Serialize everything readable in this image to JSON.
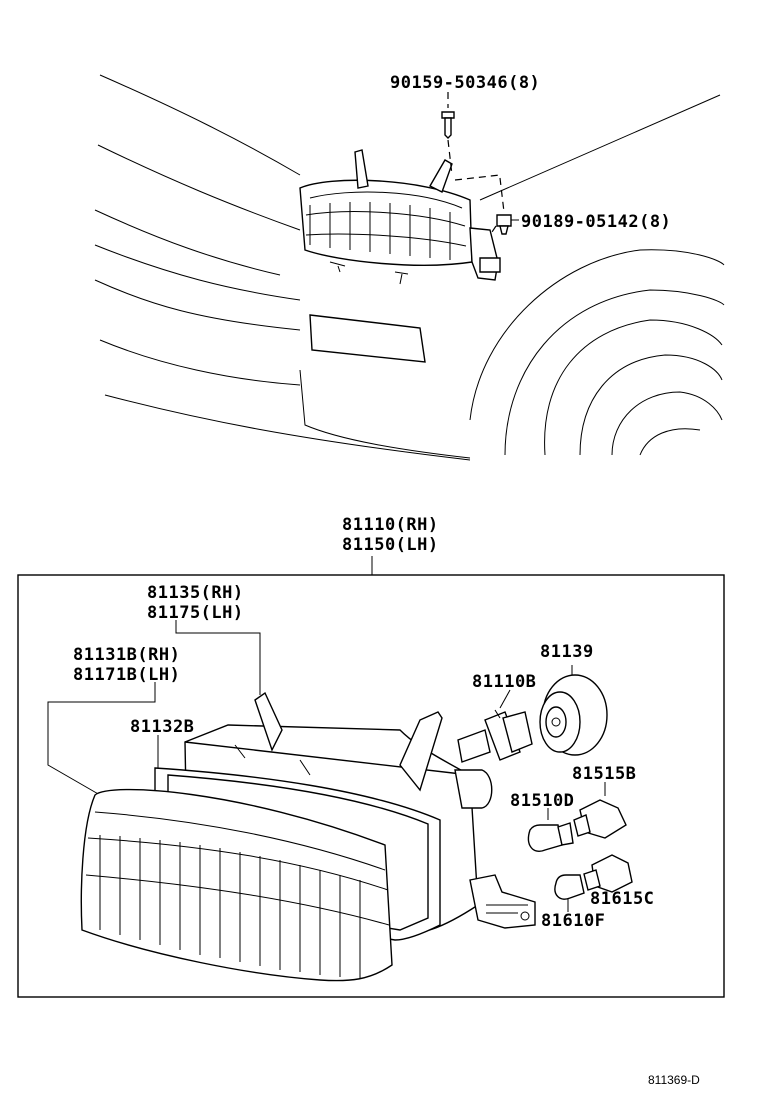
{
  "labels": {
    "bolt": "90159-50346(8)",
    "clip": "90189-05142(8)",
    "unit_rh": "81110(RH)",
    "unit_lh": "81150(LH)",
    "housing_rh": "81135(RH)",
    "housing_lh": "81175(LH)",
    "lens_rh": "81131B(RH)",
    "lens_lh": "81171B(LH)",
    "gasket": "81132B",
    "bulb_head": "81110B",
    "cover": "81139",
    "socket_upper": "81515B",
    "bulb_upper": "81510D",
    "socket_lower": "81615C",
    "bulb_lower": "81610F"
  },
  "diagram_code": "811369-D"
}
